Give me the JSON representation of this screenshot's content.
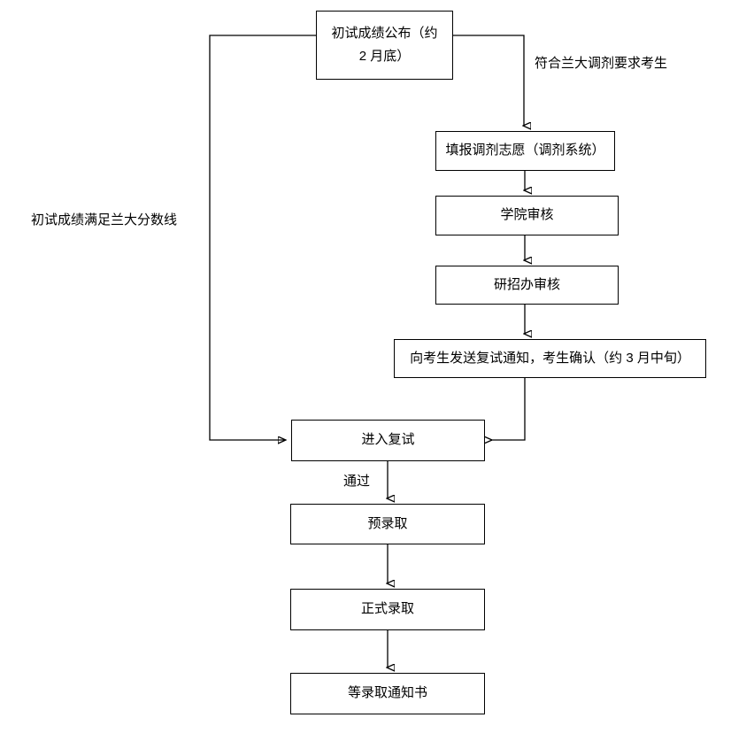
{
  "diagram": {
    "title_text": "",
    "background_color": "#ffffff",
    "line_color": "#000000",
    "text_color": "#000000",
    "nodes": [
      {
        "id": "exam-results",
        "label_line1": "初试成绩公布（约",
        "label_line2": "2 月底）"
      },
      {
        "id": "fill-transfer",
        "label": "填报调剂志愿（调剂系统）"
      },
      {
        "id": "college-review",
        "label": "学院审核"
      },
      {
        "id": "admissions-office-review",
        "label": "研招办审核"
      },
      {
        "id": "send-retest-notice",
        "label": "向考生发送复试通知，考生确认（约 3 月中旬）"
      },
      {
        "id": "enter-retest",
        "label": "进入复试"
      },
      {
        "id": "pre-admission",
        "label": "预录取"
      },
      {
        "id": "formal-admission",
        "label": "正式录取"
      },
      {
        "id": "wait-letter",
        "label": "等录取通知书"
      }
    ],
    "edge_labels": [
      {
        "id": "meets-score-line",
        "text": "初试成绩满足兰大分数线"
      },
      {
        "id": "meets-transfer-requirement",
        "text": "符合兰大调剂要求考生"
      },
      {
        "id": "passed",
        "text": "通过"
      }
    ]
  }
}
